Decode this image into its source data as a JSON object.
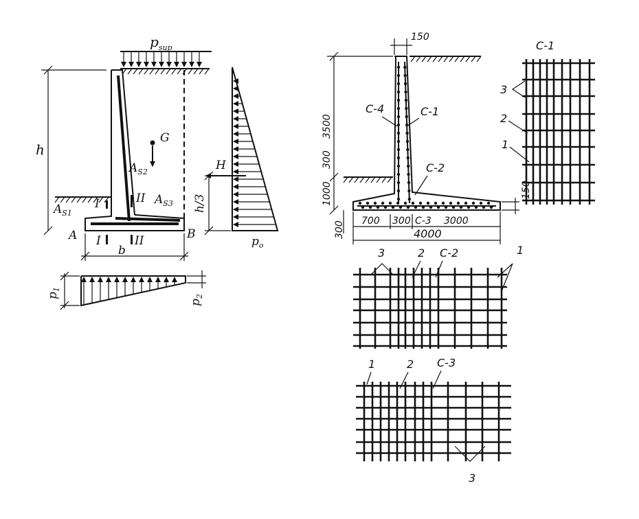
{
  "left_wall": {
    "p_sup": "p",
    "p_sup_sub": "sup",
    "h": "h",
    "G": "G",
    "H": "H",
    "h3": "h/3",
    "As1": "A",
    "As1_sub": "S1",
    "As2": "A",
    "As2_sub": "S2",
    "As3": "A",
    "As3_sub": "S3",
    "section_I_top": "I",
    "section_I_bot": "I",
    "section_II_top": "II",
    "section_II_bot": "II",
    "point_A": "A",
    "point_B": "B",
    "b": "b",
    "p0": "p",
    "p0_sub": "o",
    "p1": "p",
    "p1_sub": "1",
    "p2": "p",
    "p2_sub": "2"
  },
  "right_wall": {
    "dim_150_top": "150",
    "dim_3500": "3500",
    "dim_300_wall": "300",
    "dim_1000": "1000",
    "dim_150_right": "150",
    "dim_300_base": "300",
    "dim_700": "700",
    "dim_300_mid": "300",
    "dim_C3": "C-3",
    "dim_3000": "3000",
    "dim_4000": "4000",
    "label_C4": "C-4",
    "label_C1": "C-1",
    "label_C2": "C-2"
  },
  "mesh_C1": {
    "title": "C-1",
    "n3": "3",
    "n2": "2",
    "n1": "1"
  },
  "mesh_C2": {
    "n3": "3",
    "n2": "2",
    "title": "C-2",
    "n1": "1"
  },
  "mesh_C3": {
    "n1": "1",
    "n2": "2",
    "title": "C-3",
    "n3": "3"
  }
}
